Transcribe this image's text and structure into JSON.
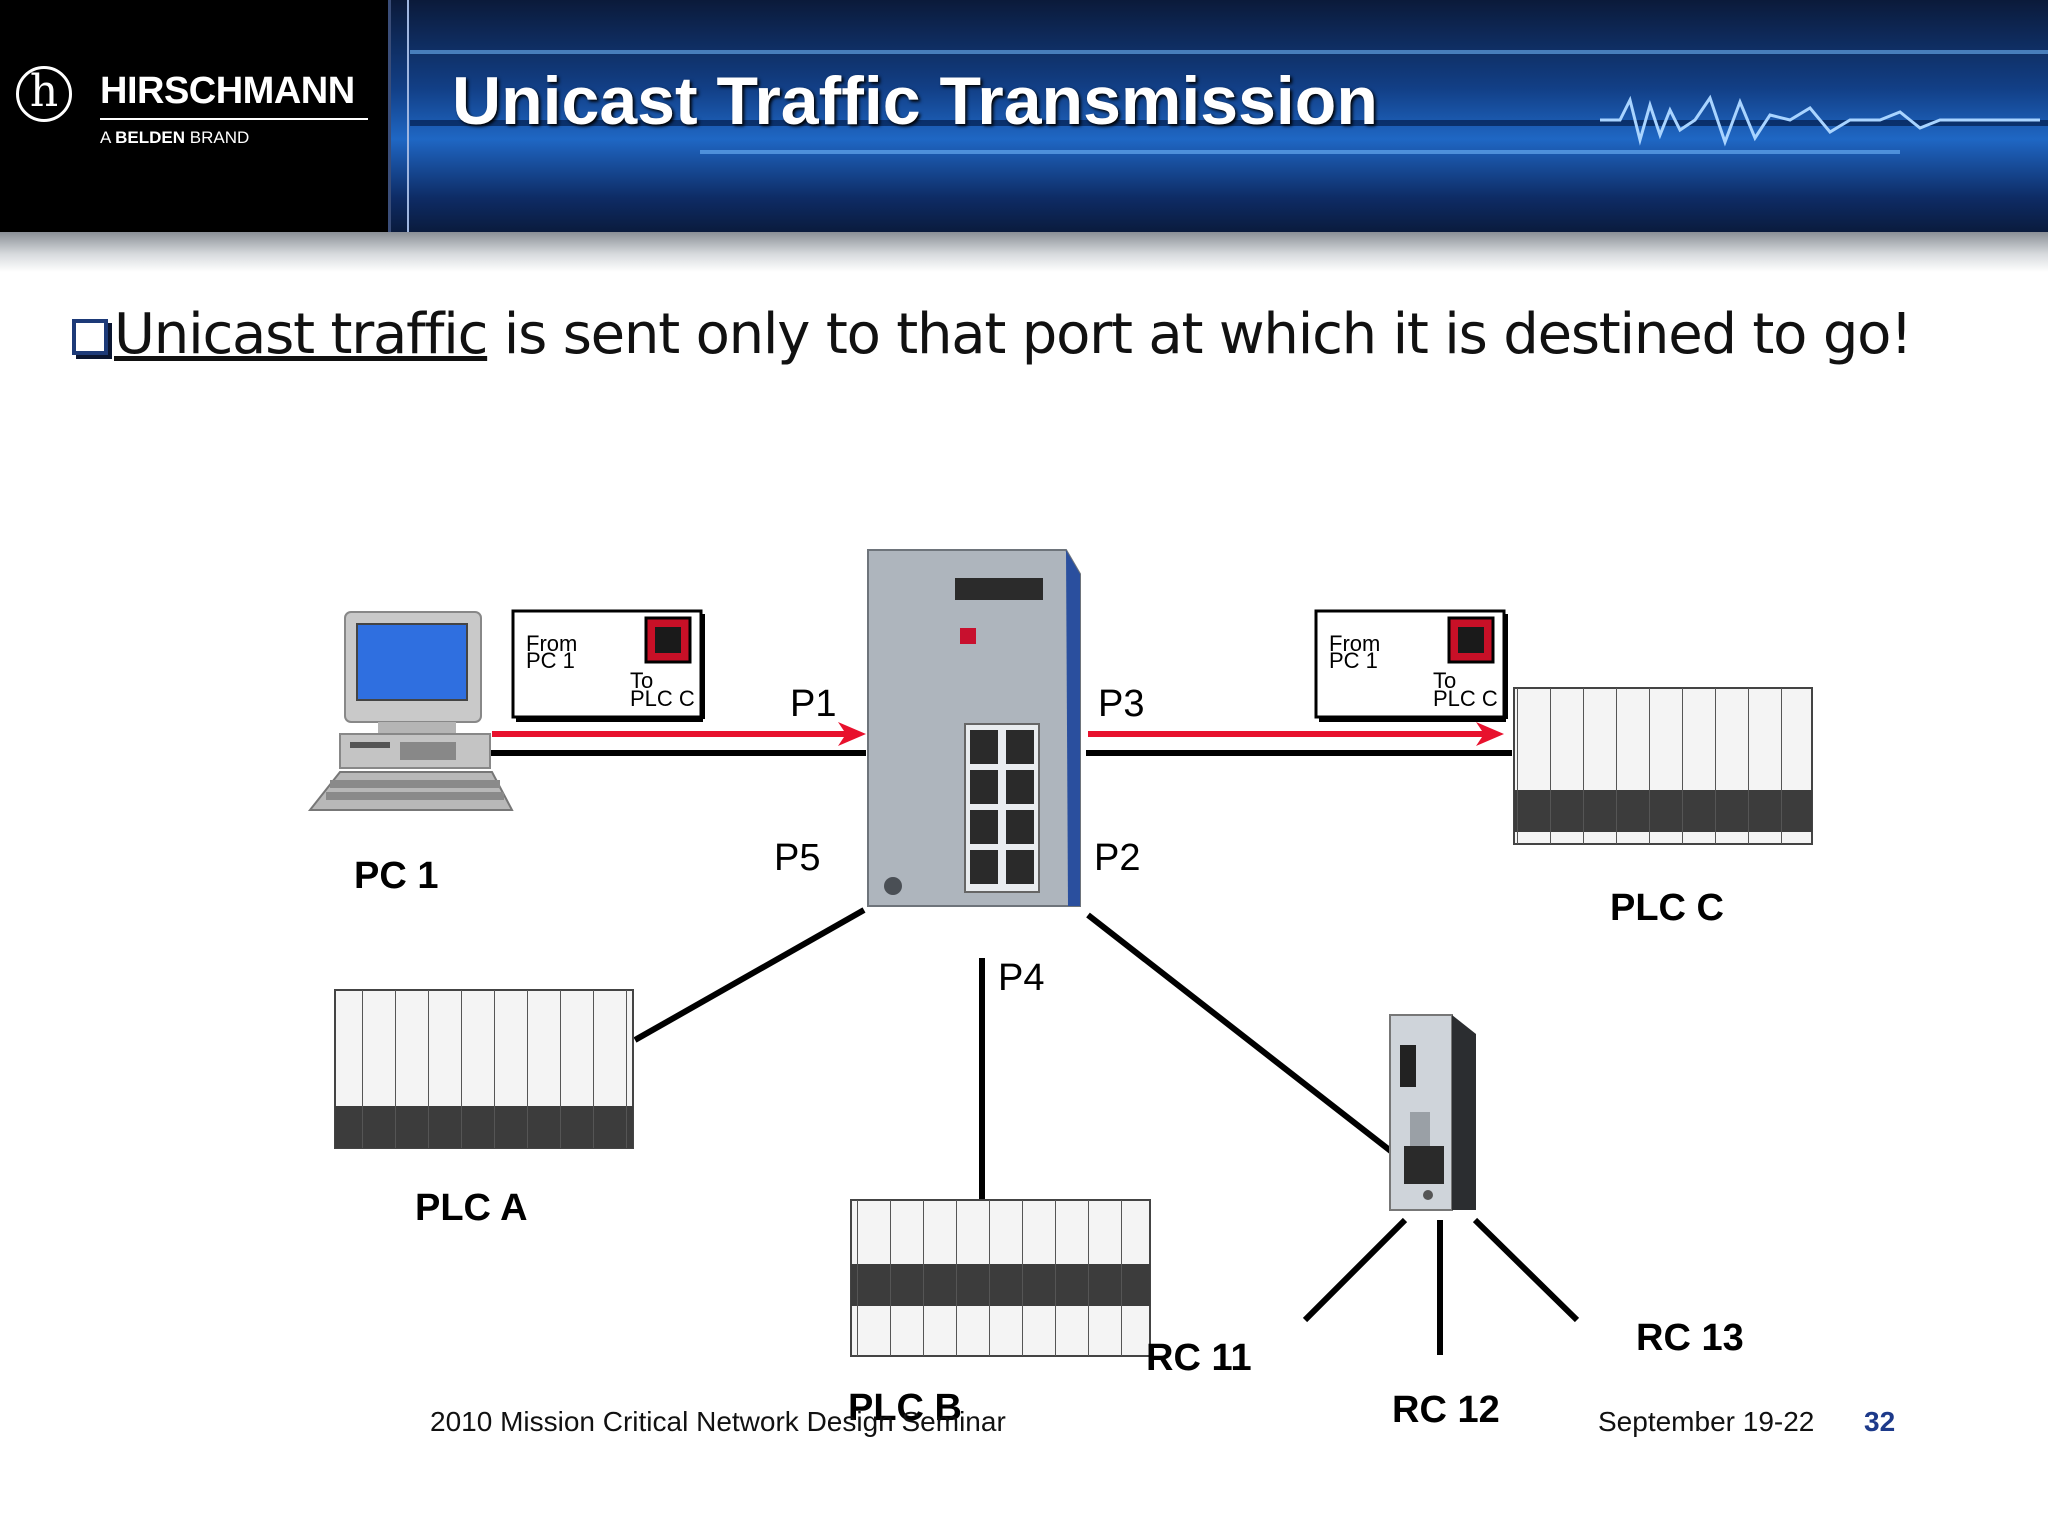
{
  "header": {
    "brand": "HIRSCHMANN",
    "sub_brand_prefix": "A",
    "sub_brand_bold": "BELDEN",
    "sub_brand_suffix": "BRAND",
    "logo_glyph": "h",
    "title": "Unicast Traffic Transmission"
  },
  "bullet": {
    "icon": "checkbox-bullet-icon",
    "underlined": "Unicast traffic",
    "rest": " is sent only to that port at which it is destined to go!"
  },
  "diagram": {
    "nodes": {
      "pc1": "PC 1",
      "plc_a": "PLC A",
      "plc_b": "PLC B",
      "plc_c": "PLC C",
      "rc11": "RC 11",
      "rc12": "RC 12",
      "rc13": "RC 13"
    },
    "ports": {
      "p1": "P1",
      "p2": "P2",
      "p3": "P3",
      "p4": "P4",
      "p5": "P5"
    },
    "packet": {
      "from_line1": "From",
      "from_line2": "PC 1",
      "to_line1": "To",
      "to_line2": "PLC C"
    },
    "colors": {
      "traffic": "#e8112d",
      "link": "#000000",
      "monitor": "#2f6fe0"
    }
  },
  "footer": {
    "seminar": "2010 Mission Critical Network Design Seminar",
    "date": "September 19-22",
    "page": "32"
  }
}
